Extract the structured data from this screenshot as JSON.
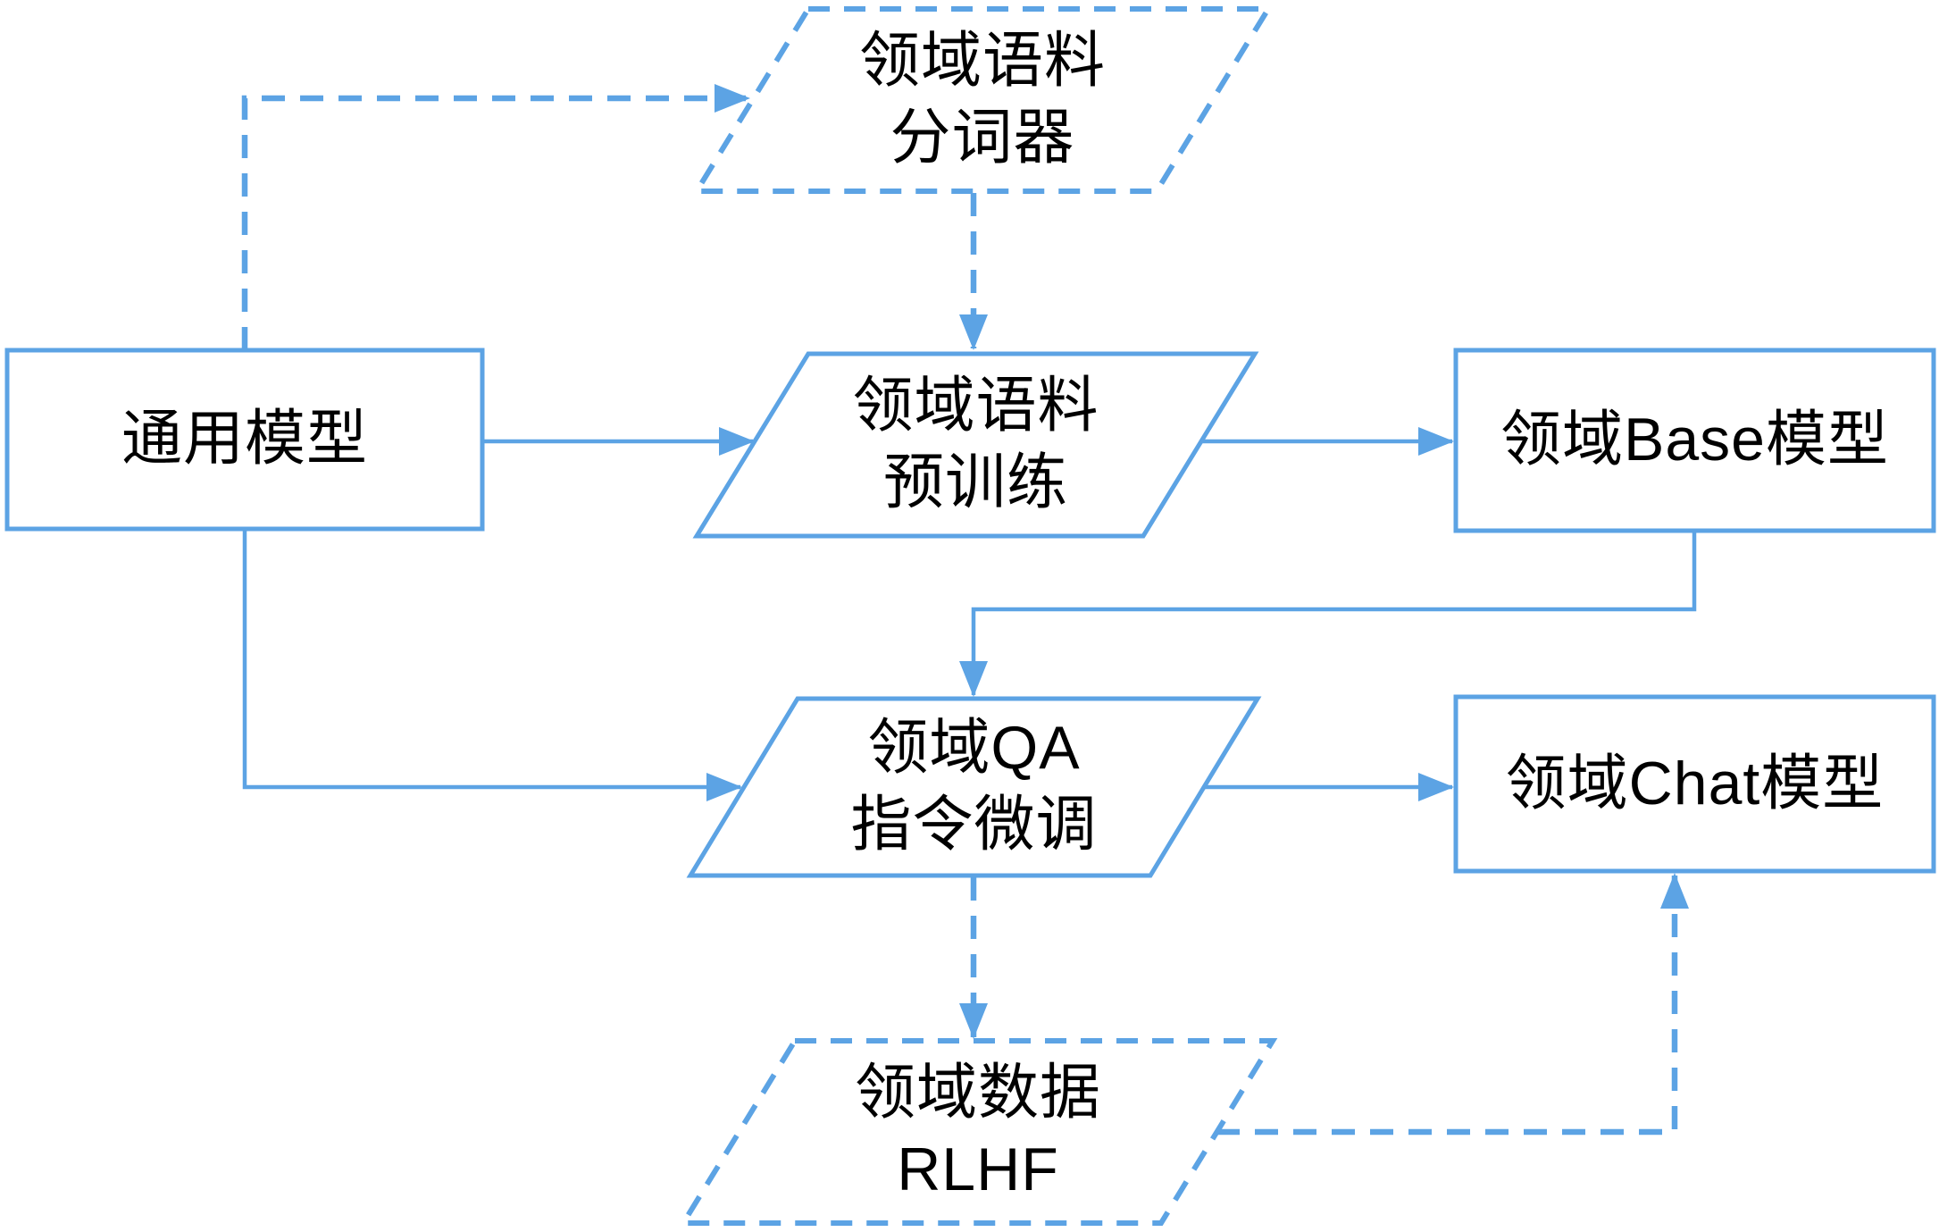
{
  "diagram": {
    "type": "flowchart",
    "background_color": "#ffffff",
    "accent_color": "#5ca3e4",
    "node_fill_color": "#ffffff",
    "text_color": "#000000",
    "nodes": {
      "tokenizer": {
        "line1": "领域语料",
        "line2": "分词器",
        "shape": "parallelogram",
        "border": "dashed"
      },
      "general_model": {
        "line1": "通用模型",
        "line2": "",
        "shape": "rectangle",
        "border": "solid"
      },
      "pretrain": {
        "line1": "领域语料",
        "line2": "预训练",
        "shape": "parallelogram",
        "border": "solid"
      },
      "base_model": {
        "line1": "领域Base模型",
        "line2": "",
        "shape": "rectangle",
        "border": "solid"
      },
      "qa_finetune": {
        "line1": "领域QA",
        "line2": "指令微调",
        "shape": "parallelogram",
        "border": "solid"
      },
      "chat_model": {
        "line1": "领域Chat模型",
        "line2": "",
        "shape": "rectangle",
        "border": "solid"
      },
      "rlhf": {
        "line1": "领域数据",
        "line2": "RLHF",
        "shape": "parallelogram",
        "border": "dashed"
      }
    },
    "edges": [
      {
        "from": "general_model",
        "to": "tokenizer",
        "style": "dashed",
        "route": "up-right"
      },
      {
        "from": "tokenizer",
        "to": "pretrain",
        "style": "dashed",
        "route": "down"
      },
      {
        "from": "general_model",
        "to": "pretrain",
        "style": "solid",
        "route": "right"
      },
      {
        "from": "pretrain",
        "to": "base_model",
        "style": "solid",
        "route": "right"
      },
      {
        "from": "base_model",
        "to": "qa_finetune",
        "style": "solid",
        "route": "down-left-down"
      },
      {
        "from": "general_model",
        "to": "qa_finetune",
        "style": "solid",
        "route": "down-right"
      },
      {
        "from": "qa_finetune",
        "to": "chat_model",
        "style": "solid",
        "route": "right"
      },
      {
        "from": "qa_finetune",
        "to": "rlhf",
        "style": "dashed",
        "route": "down"
      },
      {
        "from": "rlhf",
        "to": "chat_model",
        "style": "dashed",
        "route": "right-up"
      }
    ]
  }
}
